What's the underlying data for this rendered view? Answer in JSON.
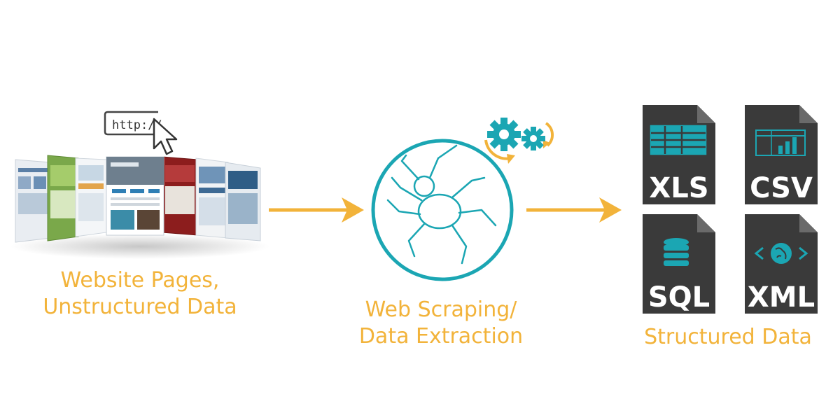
{
  "diagram": {
    "stages": {
      "source": {
        "caption_line1": "Website Pages,",
        "caption_line2": "Unstructured Data",
        "url_text": "http://"
      },
      "process": {
        "caption_line1": "Web Scraping/",
        "caption_line2": "Data Extraction"
      },
      "output": {
        "caption": "Structured Data",
        "formats": [
          {
            "label": "XLS",
            "icon": "spreadsheet-icon"
          },
          {
            "label": "CSV",
            "icon": "bar-chart-table-icon"
          },
          {
            "label": "SQL",
            "icon": "database-icon"
          },
          {
            "label": "XML",
            "icon": "globe-code-icon"
          }
        ]
      }
    },
    "colors": {
      "accent_orange": "#f2b33a",
      "accent_teal": "#1ba6b3",
      "file_dark": "#3a3a3a"
    }
  }
}
